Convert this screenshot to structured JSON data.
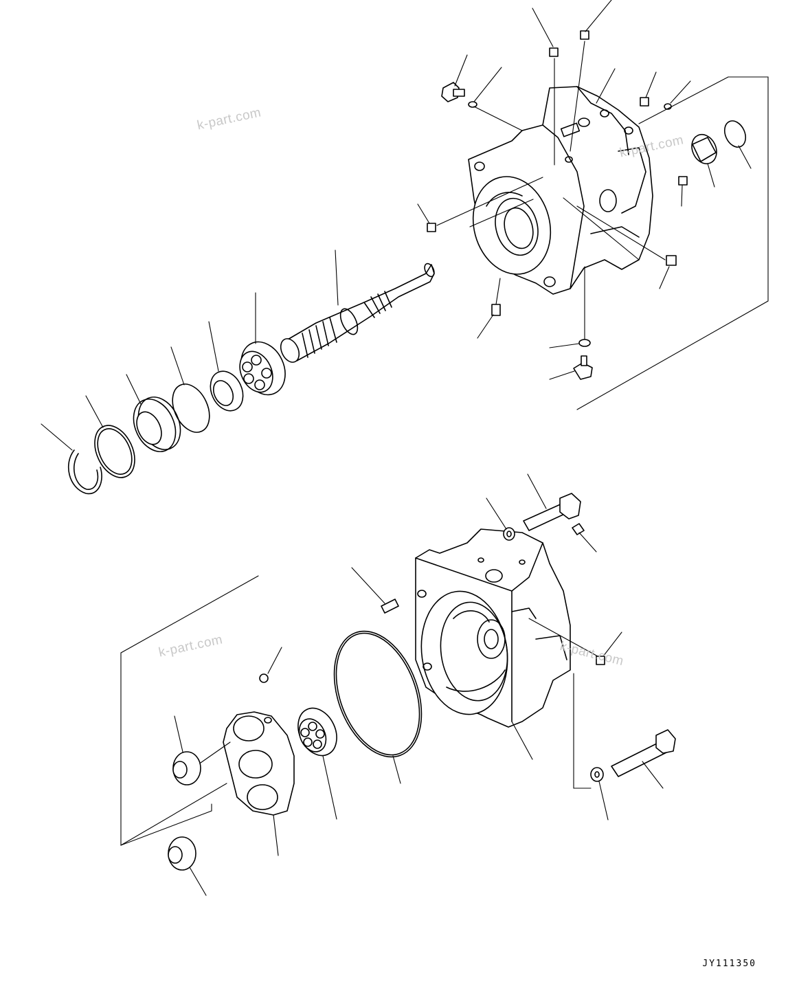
{
  "drawing": {
    "id_code": "JY111350"
  },
  "watermarks": [
    "k-part.com",
    "k-part.com",
    "k-part.com",
    "k-part.com"
  ],
  "colors": {
    "line": "#000000",
    "watermark": "#c8c8c8",
    "background": "#ffffff"
  }
}
